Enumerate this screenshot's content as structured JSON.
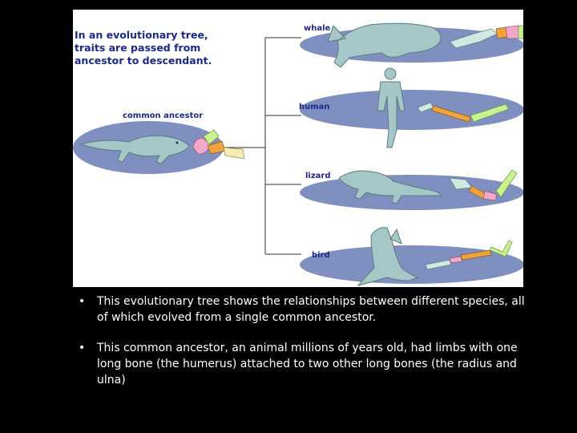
{
  "diagram": {
    "title_lines": [
      "In an evolutionary tree,",
      "traits are passed from",
      "ancestor to descendant."
    ],
    "ancestor_label": "common ancestor",
    "descendants": [
      {
        "label": "whale"
      },
      {
        "label": "human"
      },
      {
        "label": "lizard"
      },
      {
        "label": "bird"
      }
    ],
    "colors": {
      "oval": "#7f8fc0",
      "animal": "#a6c7c7",
      "animal_outline": "#5b7a7a",
      "tree_line": "#333333",
      "label_text": "#1d2a8a",
      "humerus": "#f2a7c9",
      "radius_ulna": "#f0a33a",
      "bone_green": "#c7f28f"
    }
  },
  "bullets": [
    "This evolutionary tree shows the relationships between different species, all of which evolved from a single common ancestor.",
    "This common ancestor, an animal millions of years old, had limbs with one long bone (the humerus) attached to two other long bones (the radius and ulna)"
  ],
  "bullet_marker": "•"
}
